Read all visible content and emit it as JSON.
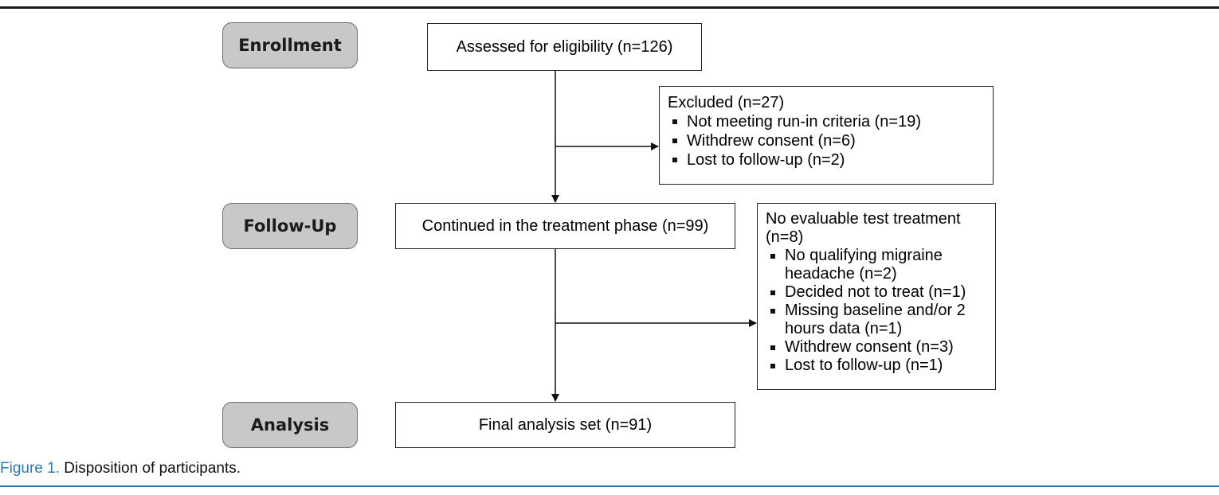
{
  "stages": {
    "enrollment": "Enrollment",
    "followup": "Follow-Up",
    "analysis": "Analysis"
  },
  "boxes": {
    "assessed": "Assessed for eligibility (n=126)",
    "continued": "Continued in the treatment phase (n=99)",
    "final": "Final analysis set (n=91)"
  },
  "excluded": {
    "title": "Excluded (n=27)",
    "items": [
      "Not meeting run-in  criteria (n=19)",
      "Withdrew consent (n=6)",
      "Lost to follow-up  (n=2)"
    ]
  },
  "no_evaluable": {
    "title": "No evaluable test treatment (n=8)",
    "items": [
      "No qualifying migraine headache (n=2)",
      "Decided not to treat (n=1)",
      "Missing baseline and/or 2 hours data (n=1)",
      "Withdrew consent (n=3)",
      "Lost to follow-up  (n=1)"
    ]
  },
  "caption": {
    "label": "Figure 1.",
    "text": " Disposition of participants."
  }
}
